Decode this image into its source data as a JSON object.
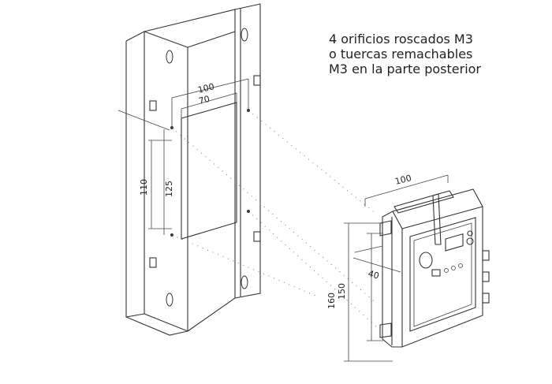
{
  "note": {
    "lines": [
      "4 orificios roscados M3",
      "o tuercas remachables",
      "M3 en la parte posterior"
    ]
  },
  "dimensions": {
    "bracket_width_outer": "100",
    "bracket_width_inner": "70",
    "bracket_height_outer": "125",
    "bracket_height_inner": "110",
    "device_width": "100",
    "device_depth": "40",
    "device_height_outer": "160",
    "device_height_inner": "150"
  }
}
